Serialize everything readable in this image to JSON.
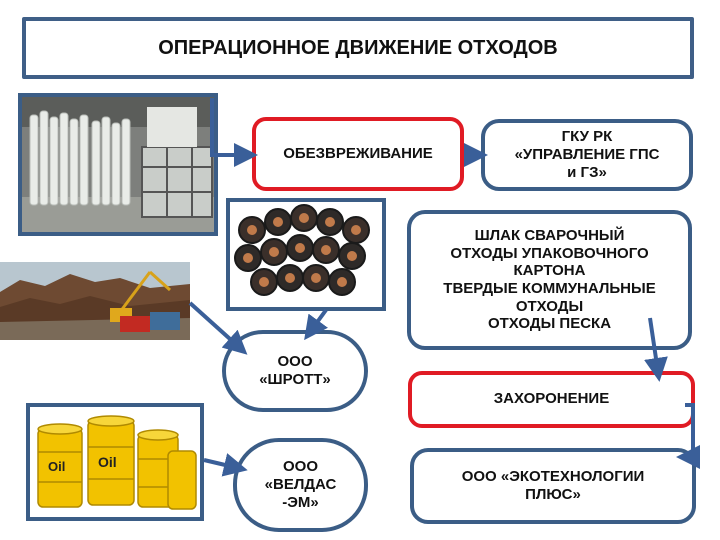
{
  "title": "ОПЕРАЦИОННОЕ ДВИЖЕНИЕ ОТХОДОВ",
  "nodes": {
    "neutralization": "ОБЕЗВРЕЖИВАНИЕ",
    "gku_rk": [
      "ГКУ РК",
      "«УПРАВЛЕНИЕ ГПС",
      "и ГЗ»"
    ],
    "waste_types": [
      "ШЛАК СВАРОЧНЫЙ",
      "ОТХОДЫ УПАКОВОЧНОГО",
      "КАРТОНА",
      "ТВЕРДЫЕ КОММУНАЛЬНЫЕ",
      "ОТХОДЫ",
      "ОТХОДЫ ПЕСКА"
    ],
    "shrott": [
      "ООО",
      "«ШРОТТ»"
    ],
    "burial": "ЗАХОРОНЕНИЕ",
    "veldas": [
      "ООО",
      "«ВЕЛДАС",
      "-ЭМ»"
    ],
    "ecotech": [
      "ООО «ЭКОТЕХНОЛОГИИ",
      "ПЛЮС»"
    ]
  },
  "barrel_labels": [
    "Oil",
    "Oil"
  ],
  "colors": {
    "blue_border": "#3b5d86",
    "red_border": "#e01b24",
    "arrow": "#3a5f99",
    "barrel": "#f2c200"
  },
  "icons": [
    "lamps-photo",
    "cables-photo",
    "scrap-metal-photo",
    "oil-barrels-photo"
  ]
}
